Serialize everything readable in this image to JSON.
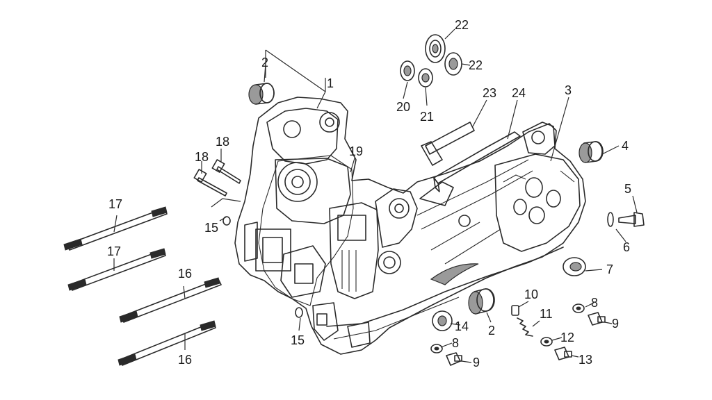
{
  "callouts": [
    {
      "text": "1"
    },
    {
      "text": "2"
    },
    {
      "text": "2"
    },
    {
      "text": "3"
    },
    {
      "text": "4"
    },
    {
      "text": "5"
    },
    {
      "text": "6"
    },
    {
      "text": "7"
    },
    {
      "text": "8"
    },
    {
      "text": "8"
    },
    {
      "text": "9"
    },
    {
      "text": "9"
    },
    {
      "text": "10"
    },
    {
      "text": "11"
    },
    {
      "text": "12"
    },
    {
      "text": "13"
    },
    {
      "text": "14"
    },
    {
      "text": "15"
    },
    {
      "text": "15"
    },
    {
      "text": "16"
    },
    {
      "text": "16"
    },
    {
      "text": "17"
    },
    {
      "text": "17"
    },
    {
      "text": "18"
    },
    {
      "text": "18"
    },
    {
      "text": "19"
    },
    {
      "text": "20"
    },
    {
      "text": "21"
    },
    {
      "text": "22"
    },
    {
      "text": "22"
    },
    {
      "text": "23"
    },
    {
      "text": "24"
    }
  ]
}
